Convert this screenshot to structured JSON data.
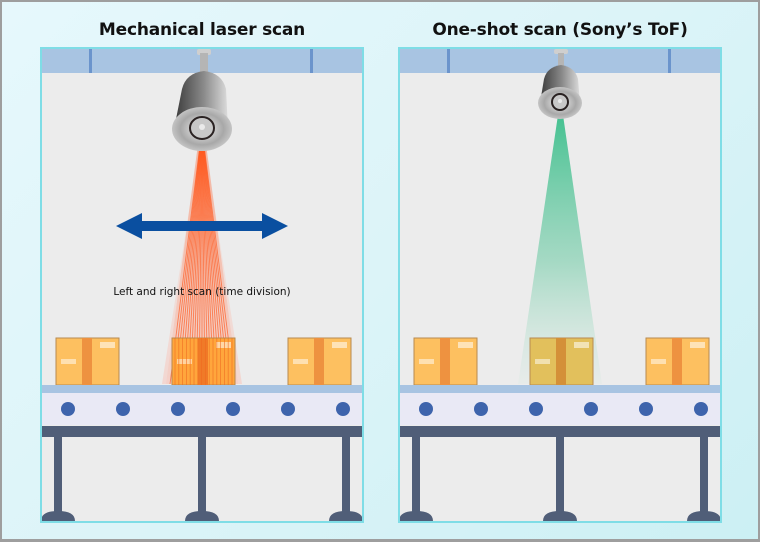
{
  "diagram": {
    "left_panel": {
      "title": "Mechanical laser scan",
      "annotation": "Left and right scan (time division)",
      "beam_color": "#ff5a1f",
      "beam_type": "laser-fan"
    },
    "right_panel": {
      "title": "One-shot scan (Sony’s ToF)",
      "beam_color": "#3cbf8c",
      "beam_type": "solid-cone"
    },
    "colors": {
      "ceiling": "#a8c4e2",
      "ceiling_post": "#6b94cc",
      "panel_border": "#7fdde6",
      "box": "#fdc060",
      "box_tape": "#ee9240",
      "conveyor_belt": "#a8c4e2",
      "conveyor_body": "#e9e9f5",
      "roller": "#3e64ac",
      "frame_metal": "#505e78",
      "arrow": "#0a4fa0"
    },
    "boxes_per_panel": 3,
    "rollers_per_panel": 6
  }
}
